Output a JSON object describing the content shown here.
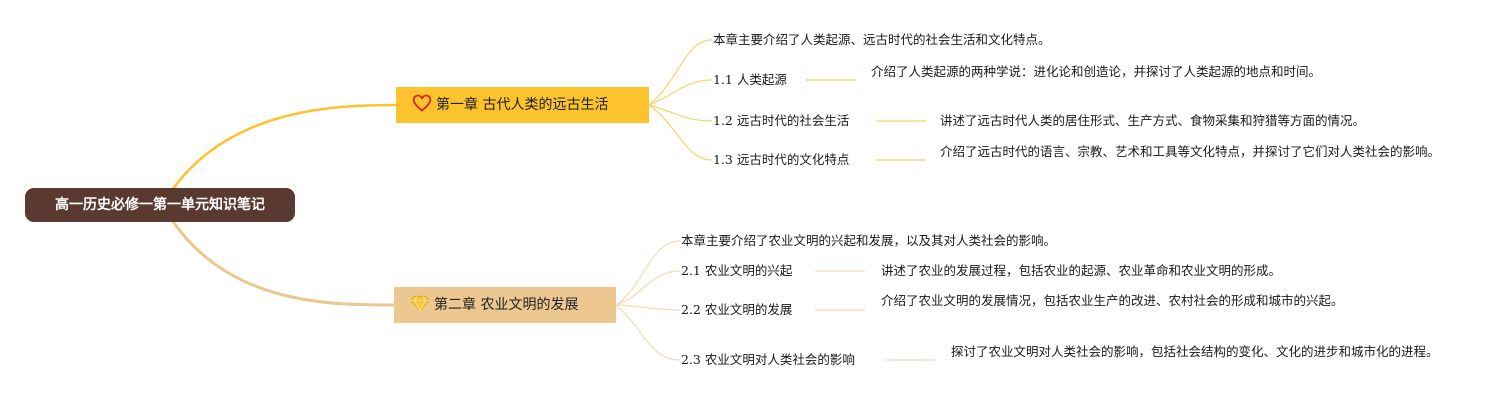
{
  "root": {
    "label": "高一历史必修一第一单元知识笔记"
  },
  "chapters": [
    {
      "title": "第一章 古代人类的远古生活",
      "icon": "heart-icon",
      "color": "#fcc32c",
      "summary": "本章主要介绍了人类起源、远古时代的社会生活和文化特点。",
      "sections": [
        {
          "title": "1.1 人类起源",
          "detail": "介绍了人类起源的两种学说：进化论和创造论，并探讨了人类起源的地点和时间。"
        },
        {
          "title": "1.2 远古时代的社会生活",
          "detail": "讲述了远古时代人类的居住形式、生产方式、食物采集和狩猎等方面的情况。"
        },
        {
          "title": "1.3 远古时代的文化特点",
          "detail": "介绍了远古时代的语言、宗教、艺术和工具等文化特点，并探讨了它们对人类社会的影响。"
        }
      ]
    },
    {
      "title": "第二章 农业文明的发展",
      "icon": "diamond-icon",
      "color": "#ecc790",
      "summary": "本章主要介绍了农业文明的兴起和发展，以及其对人类社会的影响。",
      "sections": [
        {
          "title": "2.1 农业文明的兴起",
          "detail": "讲述了农业的发展过程，包括农业的起源、农业革命和农业文明的形成。"
        },
        {
          "title": "2.2 农业文明的发展",
          "detail": "介绍了农业文明的发展情况，包括农业生产的改进、农村社会的形成和城市的兴起。"
        },
        {
          "title": "2.3 农业文明对人类社会的影响",
          "detail": "探讨了农业文明对人类社会的影响，包括社会结构的变化、文化的进步和城市化的进程。"
        }
      ]
    }
  ],
  "colors": {
    "root": "#5a3a30",
    "branch1": "#fcc32c",
    "branch2": "#ecc790",
    "link": "#f5d98a"
  }
}
